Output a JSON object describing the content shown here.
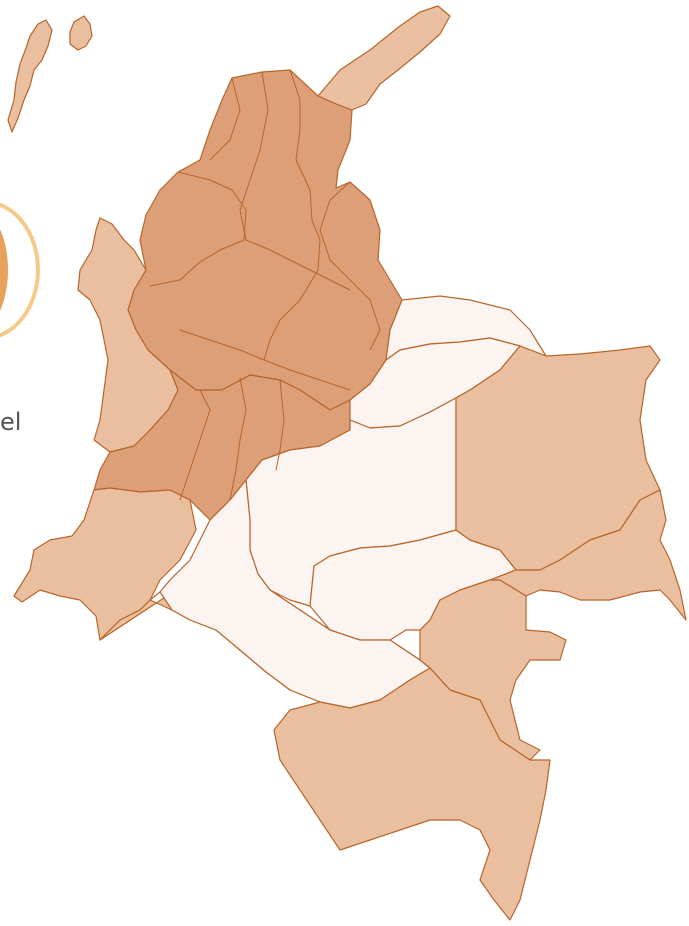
{
  "edge_text": "el",
  "colors": {
    "high": "#dd9f78",
    "medium": "#e9bfa0",
    "low": "#fcf4f0",
    "border": "#b8652a",
    "accent_circle": "#e8a15a"
  },
  "regions": [
    {
      "id": "caribe-norte",
      "level": "high"
    },
    {
      "id": "guajira",
      "level": "medium"
    },
    {
      "id": "choco",
      "level": "medium"
    },
    {
      "id": "andina-centro",
      "level": "high"
    },
    {
      "id": "valle-cauca",
      "level": "high"
    },
    {
      "id": "pacifico-sur",
      "level": "medium"
    },
    {
      "id": "putumayo",
      "level": "medium"
    },
    {
      "id": "arauca",
      "level": "low"
    },
    {
      "id": "casanare",
      "level": "low"
    },
    {
      "id": "meta",
      "level": "low"
    },
    {
      "id": "guaviare",
      "level": "low"
    },
    {
      "id": "caqueta",
      "level": "low"
    },
    {
      "id": "vichada",
      "level": "medium"
    },
    {
      "id": "guainia",
      "level": "medium"
    },
    {
      "id": "vaupes",
      "level": "medium"
    },
    {
      "id": "amazonas",
      "level": "medium"
    },
    {
      "id": "san-andres",
      "level": "medium"
    }
  ]
}
